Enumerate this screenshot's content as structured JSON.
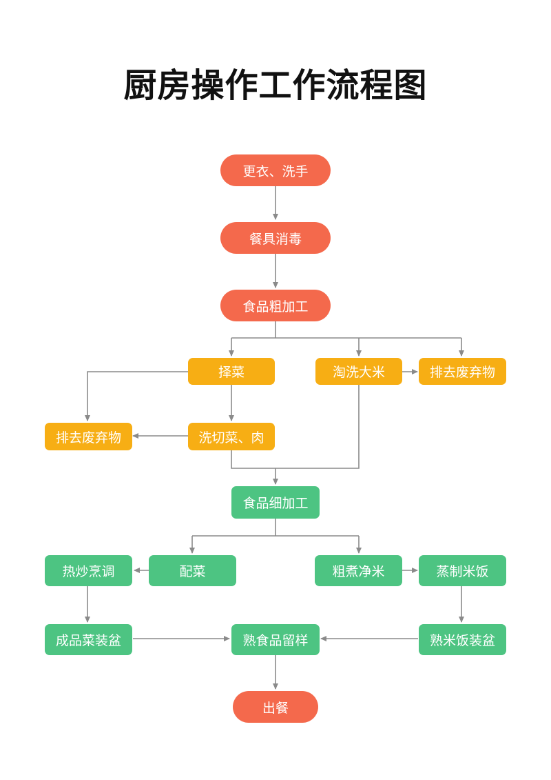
{
  "title": "厨房操作工作流程图",
  "colors": {
    "red": "#f4694c",
    "yellow": "#f7ae14",
    "green": "#4dc482",
    "line": "#8a8a8a"
  },
  "nodes": {
    "change_clothes": "更衣、洗手",
    "disinfect": "餐具消毒",
    "rough_process": "食品粗加工",
    "pick_veg": "择菜",
    "wash_rice": "淘洗大米",
    "discard_right": "排去废弃物",
    "discard_left": "排去废弃物",
    "wash_cut": "洗切菜、肉",
    "fine_process": "食品细加工",
    "stir_fry": "热炒烹调",
    "prepare_dish": "配菜",
    "cook_rice": "粗煮净米",
    "steam_rice": "蒸制米饭",
    "plate_dish": "成品菜装盆",
    "keep_sample": "熟食品留样",
    "plate_rice": "熟米饭装盆",
    "serve": "出餐"
  }
}
